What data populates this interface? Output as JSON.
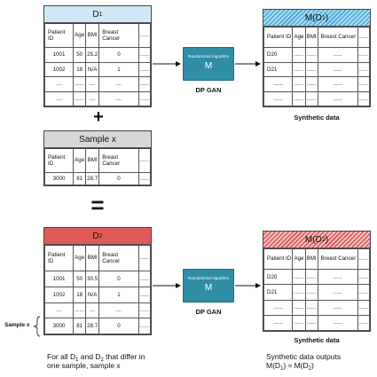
{
  "columns": [
    "Patient ID",
    "Age",
    "BMI",
    "Breast Cancer",
    "......"
  ],
  "d1": {
    "title": "D",
    "title_sub": "1",
    "rows": [
      [
        "1001",
        "50",
        "25.2",
        "0",
        "......"
      ],
      [
        "1002",
        "18",
        "N/A",
        "1",
        "......"
      ],
      [
        "....",
        "......",
        "....",
        "....",
        "......"
      ],
      [
        "....",
        "......",
        "....",
        "....",
        "......"
      ]
    ]
  },
  "plus": "+",
  "sample": {
    "title": "Sample x",
    "rows": [
      [
        "3000",
        "81",
        "28.7",
        "0",
        "......"
      ]
    ]
  },
  "equals": "=",
  "d2": {
    "title": "D",
    "title_sub": "2",
    "rows": [
      [
        "1001",
        "50",
        "30.5",
        "0",
        "......"
      ],
      [
        "1002",
        "18",
        "N/A",
        "1",
        "......"
      ],
      [
        "....",
        "......",
        "....",
        "....",
        "......"
      ],
      [
        "3000",
        "81",
        "28.7",
        "0",
        "......"
      ]
    ]
  },
  "m1": {
    "title_pre": "M(D",
    "title_sub": "1",
    "title_post": ")",
    "rows": [
      [
        "D20",
        "......",
        "......",
        "......",
        "......"
      ],
      [
        "D21",
        "......",
        "......",
        "......",
        "......"
      ],
      [
        "......",
        "......",
        "......",
        "......",
        "......"
      ],
      [
        "......",
        "......",
        "......",
        "......",
        "......"
      ]
    ]
  },
  "m2": {
    "title_pre": "M(D",
    "title_sub": "2",
    "title_post": ")",
    "rows": [
      [
        "D20",
        "......",
        "......",
        "......",
        "......"
      ],
      [
        "D21",
        "......",
        "......",
        "......",
        "......"
      ],
      [
        "......",
        "......",
        "......",
        "......",
        "......"
      ],
      [
        "......",
        "......",
        "......",
        "......",
        "......"
      ]
    ]
  },
  "algo": {
    "title": "Randomized Algorithm",
    "symbol": "M",
    "caption": "DP GAN"
  },
  "synthetic_label": "Synthetic data",
  "sample_bracket_label": "Sample x",
  "note_left": {
    "l1_a": "For all D",
    "l1_s1": "1",
    "l1_b": " and D",
    "l1_s2": "2",
    "l1_c": " that differ in",
    "l2": "one sample, sample x"
  },
  "note_right": {
    "l1": "Synthetic data outputs",
    "l2_a": "M(D",
    "l2_s1": "1",
    "l2_b": ") ≈ M(D",
    "l2_s2": "2",
    "l2_c": ")"
  },
  "colors": {
    "d1_header": "#cfe8f6",
    "sample_header": "#d7d7d7",
    "d2_header": "#e05a57",
    "algo_fill": "#2f8ea6"
  }
}
